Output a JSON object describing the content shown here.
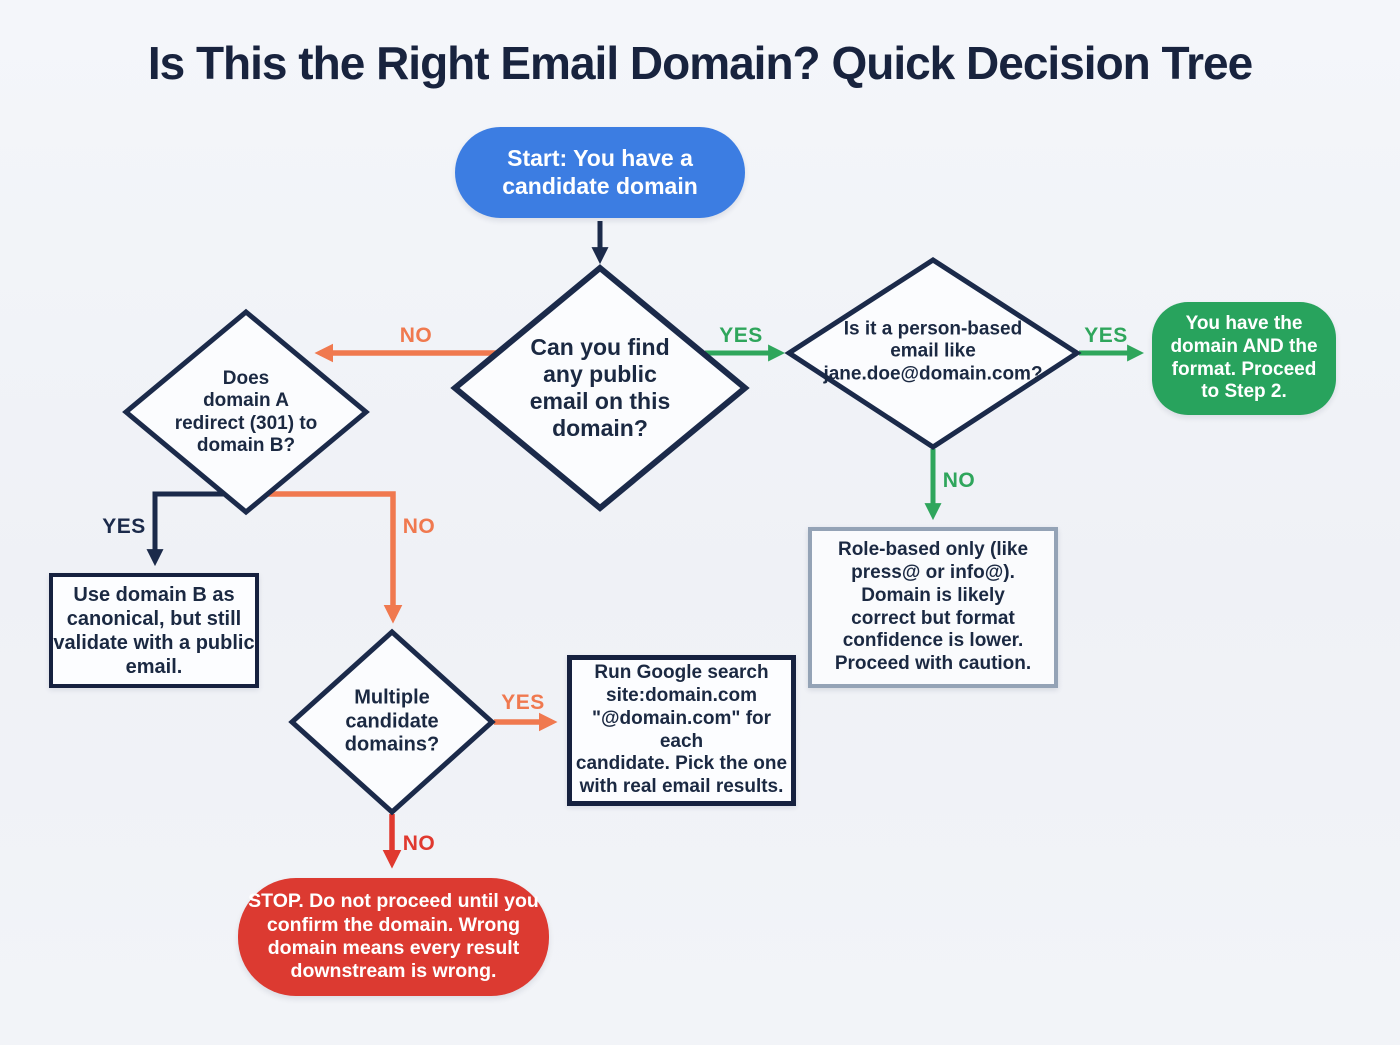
{
  "title": "Is This the Right Email Domain? Quick Decision Tree",
  "labels": {
    "yes": "YES",
    "no": "NO"
  },
  "nodes": {
    "start": {
      "text": "Start: You have a\ncandidate domain",
      "color": "#3c7de2"
    },
    "q_public_email": {
      "text": "Can you find\nany public\nemail on this\ndomain?"
    },
    "q_person_based": {
      "text": "Is it a person-based\nemail like\njane.doe@domain.com?"
    },
    "q_redirect": {
      "text": "Does\ndomain A\nredirect (301) to\ndomain B?"
    },
    "q_multiple": {
      "text": "Multiple\ncandidate\ndomains?"
    },
    "success": {
      "text": "You have the\ndomain AND the\nformat. Proceed\nto Step 2.",
      "color": "#28a35d"
    },
    "role_based": {
      "text": "Role-based only (like\npress@ or info@).\nDomain is likely\ncorrect but format\nconfidence is lower.\nProceed with caution."
    },
    "use_domain_b": {
      "text": "Use domain B as\ncanonical, but still\nvalidate with a public\nemail."
    },
    "google_search": {
      "text": "Run Google search\nsite:domain.com\n\"@domain.com\" for each\ncandidate. Pick the one\nwith real email results."
    },
    "stop": {
      "text": "STOP. Do not proceed until you\nconfirm the domain. Wrong\ndomain means every result\ndownstream is wrong.",
      "color": "#dc3a31"
    }
  },
  "colors": {
    "background": "#f1f3f8",
    "navy": "#1b2a4a",
    "blue": "#3c7de2",
    "green": "#2fa65c",
    "green_box": "#28a35d",
    "orange": "#f0794f",
    "red": "#e0392f",
    "red_box": "#dc3a31",
    "gray_border": "#94a3b6"
  }
}
